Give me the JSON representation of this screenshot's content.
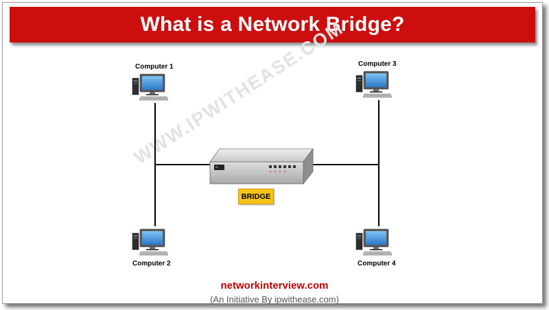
{
  "title": "What is a Network Bridge?",
  "watermark": "WWW.IPWITHEASE.COM",
  "nodes": {
    "computer1": "Computer 1",
    "computer2": "Computer 2",
    "computer3": "Computer 3",
    "computer4": "Computer 4",
    "bridge": "BRIDGE"
  },
  "footer": {
    "site": "networkinterview.com",
    "note": "(An Initiative By ipwithease.com)"
  },
  "colors": {
    "banner": "#cc0e0e",
    "bridge_label": "#f7c31a",
    "footer_site": "#c00000",
    "monitor_screen": "#3f8fd8"
  },
  "icons": [
    "desktop-computer-icon",
    "network-bridge-icon"
  ]
}
